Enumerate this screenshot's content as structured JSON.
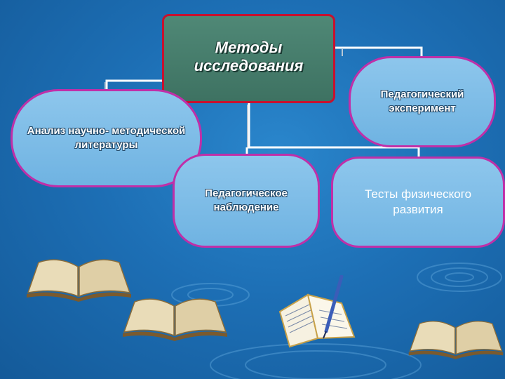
{
  "diagram": {
    "title": "Методы\nисследования",
    "nodes": {
      "experiment": "Педагогический\nэксперимент",
      "literature": "Анализ научно- методической\nлитературы",
      "observation": "Педагогическое\nнаблюдение",
      "tests": "Тесты физического\nразвития"
    }
  },
  "colors": {
    "background": "#1d6fb5",
    "title_box": "#4f8876",
    "title_border": "#c8102e",
    "bubble": "#7fbde8",
    "bubble_border": "#c02fa8",
    "connector": "#ffffff"
  },
  "decorations": [
    "open-book-icon",
    "open-book-icon",
    "open-book-icon",
    "notebook-with-pen-icon"
  ]
}
